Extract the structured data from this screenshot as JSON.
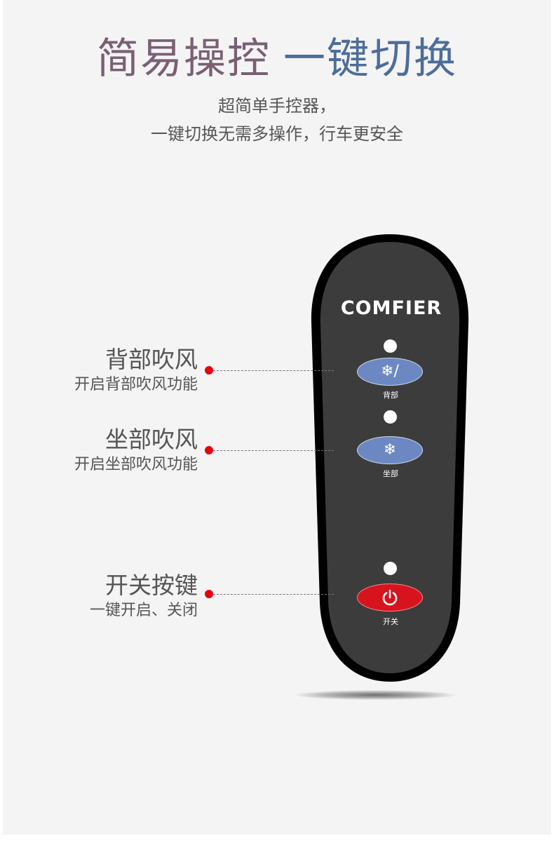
{
  "header": {
    "title_part1": "简易操控",
    "title_part2": "一键切换",
    "subtitle_line1": "超简单手控器，",
    "subtitle_line2": "一键切换无需多操作，行车更安全"
  },
  "remote": {
    "brand": "COMFIER",
    "buttons": [
      {
        "label": "背部",
        "icon": "snowflake-back-icon"
      },
      {
        "label": "坐部",
        "icon": "snowflake-seat-icon"
      },
      {
        "label": "开关",
        "icon": "power-icon"
      }
    ]
  },
  "callouts": [
    {
      "title": "背部吹风",
      "desc": "开启背部吹风功能"
    },
    {
      "title": "坐部吹风",
      "desc": "开启坐部吹风功能"
    },
    {
      "title": "开关按键",
      "desc": "一键开启、关闭"
    }
  ],
  "colors": {
    "title_left": "#7a5f74",
    "title_right": "#4d6d9a",
    "remote_body": "#3c3c3c",
    "remote_rim": "#000000",
    "button_blue": "#6c88c2",
    "button_red": "#d7141e",
    "callout_dot": "#e60012"
  }
}
